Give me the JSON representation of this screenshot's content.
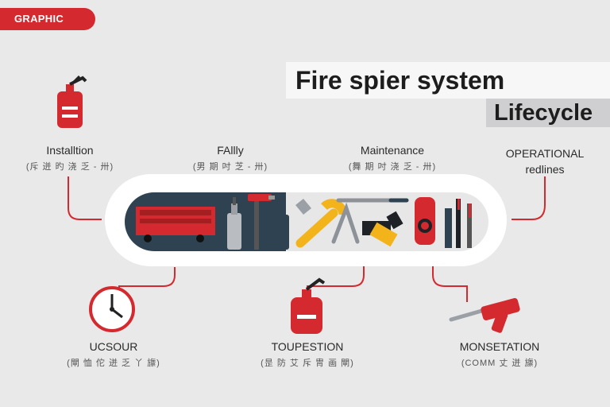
{
  "badge": "GRAPHIC",
  "title": {
    "line1": "Fire spier system",
    "line2": "Lifecycle"
  },
  "top_stages": [
    {
      "label": "Installtion",
      "sub": "(斥 迸 旳 浇 乏 - 卅)"
    },
    {
      "label": "FAllly",
      "sub": "(男 期 吋 芝 - 卅)"
    },
    {
      "label": "Maintenance",
      "sub": "(舞 期 吋 浇 乏 - 卅)"
    },
    {
      "label": "OPERATIONAL",
      "label2": "redlines"
    }
  ],
  "bottom_stages": [
    {
      "label": "UCSOUR",
      "sub": "(閘 恤 佗 迸 乏 丫 旚)"
    },
    {
      "label": "TOUPESTION",
      "sub": "(昰 防 艾 斥 冑 画 閘)"
    },
    {
      "label": "MONSETATION",
      "sub": "(COMM 丈 迸 旚)"
    }
  ],
  "colors": {
    "accent": "#d42a2f",
    "navy": "#2e4252",
    "yellow": "#f2b31b"
  }
}
